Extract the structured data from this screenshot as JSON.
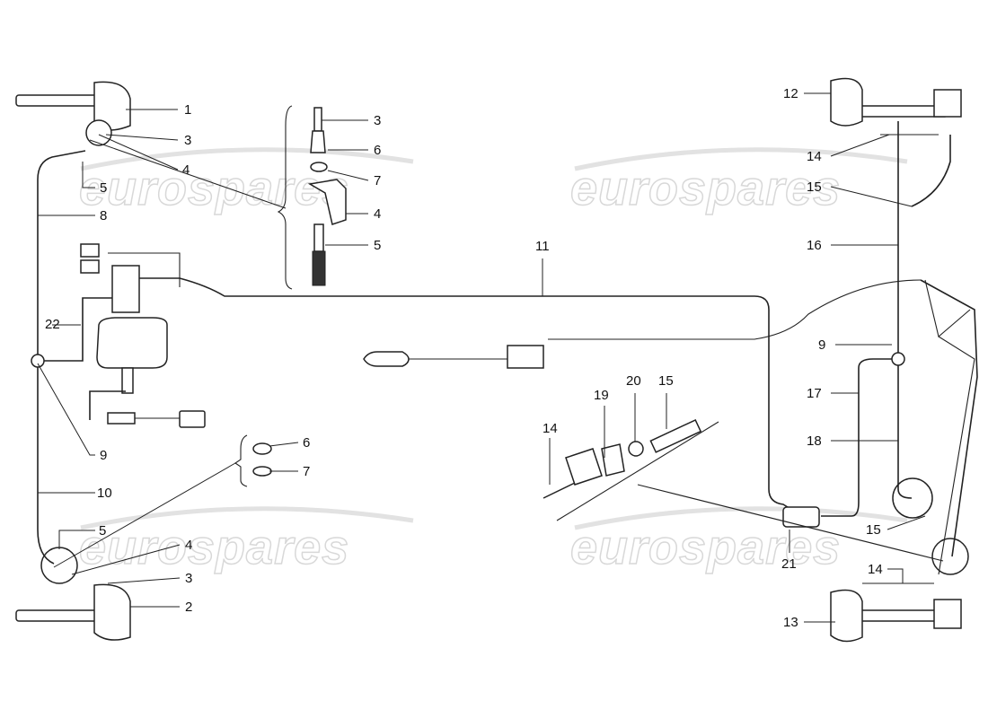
{
  "watermark": {
    "text": "eurospares"
  },
  "callouts": {
    "front_left": [
      "1",
      "3",
      "4",
      "5",
      "8",
      "22",
      "9",
      "10",
      "5",
      "4",
      "3",
      "2"
    ],
    "inset_top": [
      "3",
      "6",
      "7",
      "4",
      "5"
    ],
    "inset_bottom": [
      "6",
      "7"
    ],
    "center": [
      "11"
    ],
    "detail": [
      "14",
      "19",
      "20",
      "15",
      "21"
    ],
    "right": [
      "12",
      "14",
      "15",
      "16",
      "9",
      "17",
      "18",
      "15",
      "14",
      "13"
    ]
  }
}
